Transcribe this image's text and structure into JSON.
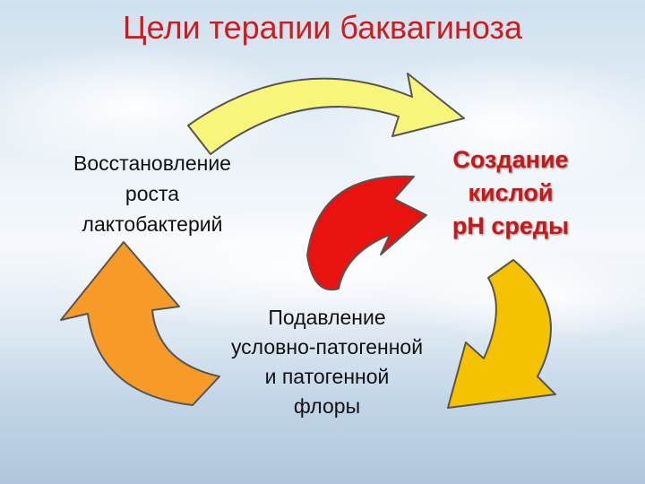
{
  "slide": {
    "title": "Цели терапии баквагиноза"
  },
  "cycle": {
    "restore": [
      "Восстановление",
      "роста",
      "лактобактерий"
    ],
    "create_acid": [
      "Создание",
      "кислой",
      "рН среды"
    ],
    "suppress": [
      "Подавление",
      "условно-патогенной",
      "и патогенной",
      "флоры"
    ]
  },
  "arrows": [
    {
      "name": "top-arrow",
      "color": "#f7f57a"
    },
    {
      "name": "center-arrow",
      "color": "#e8120f"
    },
    {
      "name": "right-arrow",
      "color": "#f5c200"
    },
    {
      "name": "left-arrow",
      "color": "#f79a28"
    }
  ]
}
